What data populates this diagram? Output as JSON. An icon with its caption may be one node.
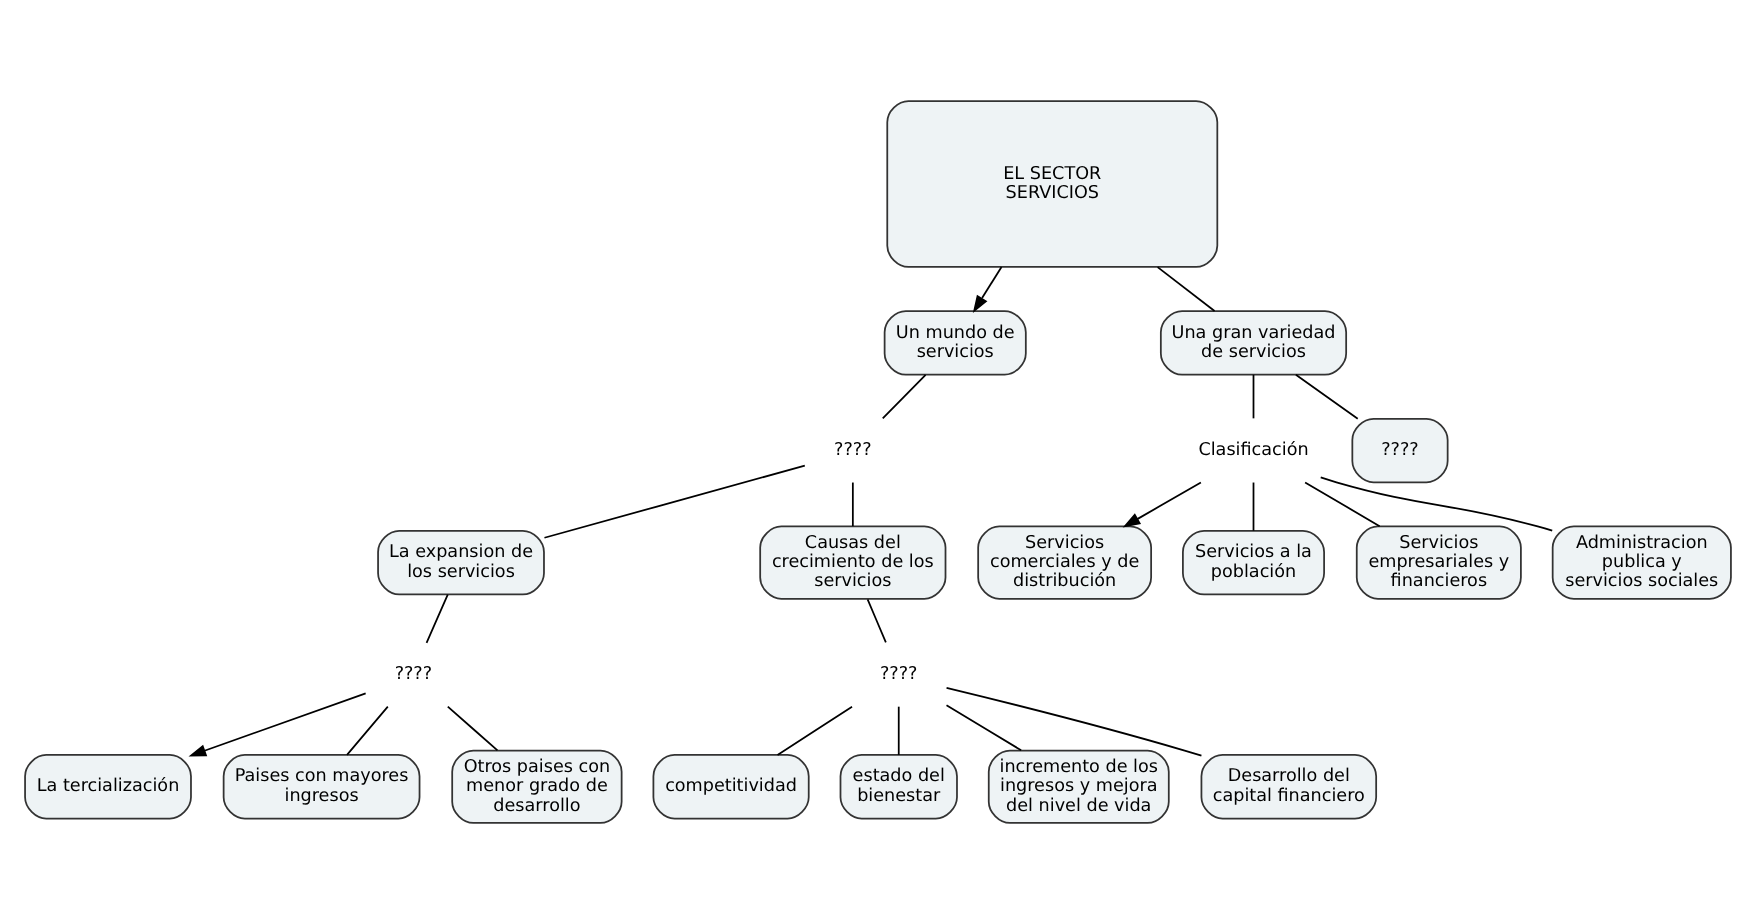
{
  "diagram": {
    "nodes": [
      {
        "text": [
          "EL SECTOR SERVICIOS"
        ]
      },
      {
        "text": [
          "Un mundo de servicios"
        ]
      },
      {
        "text": [
          "????"
        ]
      },
      {
        "text": [
          "La expansion de los servicios"
        ]
      },
      {
        "text": [
          "Causas del crecimiento de los servicios"
        ]
      },
      {
        "text": [
          "????"
        ]
      },
      {
        "text": [
          "La tercialización"
        ]
      },
      {
        "text": [
          "Paises con mayores ingresos"
        ]
      },
      {
        "text": [
          "Otros paises con menor grado de desarrollo"
        ]
      },
      {
        "text": [
          "????"
        ]
      },
      {
        "text": [
          "competitividad"
        ]
      },
      {
        "text": [
          "estado del bienestar"
        ]
      },
      {
        "text": [
          "incremento de los ingresos y mejora del nivel de vida"
        ]
      },
      {
        "text": [
          "Desarrollo del capital financiero"
        ]
      },
      {
        "text": [
          "Una gran variedad de servicios"
        ]
      },
      {
        "text": [
          "Clasificación"
        ]
      },
      {
        "text": [
          "Servicios comerciales y de distribución"
        ]
      },
      {
        "text": [
          "Servicios a la población"
        ]
      },
      {
        "text": [
          "Servicios empresariales y financieros"
        ]
      },
      {
        "text": [
          "Administracion publica y servicios sociales"
        ]
      },
      {
        "text": [
          "????"
        ]
      }
    ],
    "edges": [
      {
        "from": 0,
        "to": 1,
        "arrow": "to"
      },
      {
        "from": 0,
        "to": 14,
        "arrow": "none"
      },
      {
        "from": 1,
        "to": 2,
        "arrow": "none"
      },
      {
        "from": 2,
        "to": 3,
        "arrow": "none"
      },
      {
        "from": 2,
        "to": 4,
        "arrow": "none"
      },
      {
        "from": 3,
        "to": 5,
        "arrow": "none"
      },
      {
        "from": 5,
        "to": 6,
        "arrow": "to"
      },
      {
        "from": 5,
        "to": 7,
        "arrow": "none"
      },
      {
        "from": 5,
        "to": 8,
        "arrow": "none"
      },
      {
        "from": 4,
        "to": 9,
        "arrow": "none"
      },
      {
        "from": 9,
        "to": 10,
        "arrow": "none"
      },
      {
        "from": 9,
        "to": 11,
        "arrow": "none"
      },
      {
        "from": 9,
        "to": 12,
        "arrow": "none"
      },
      {
        "from": 9,
        "to": 13,
        "arrow": "none"
      },
      {
        "from": 14,
        "to": 15,
        "arrow": "none"
      },
      {
        "from": 15,
        "to": 16,
        "arrow": "to"
      },
      {
        "from": 15,
        "to": 17,
        "arrow": "none"
      },
      {
        "from": 15,
        "to": 18,
        "arrow": "none"
      },
      {
        "from": 15,
        "to": 19,
        "arrow": "none"
      },
      {
        "from": 14,
        "to": 20,
        "arrow": "none"
      }
    ]
  }
}
